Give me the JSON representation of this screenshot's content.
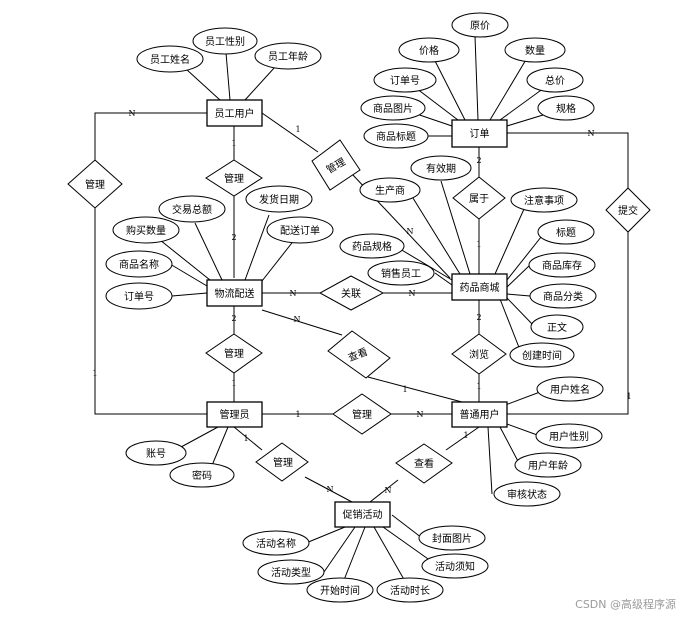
{
  "entities": {
    "staff": "员工用户",
    "order": "订单",
    "logistics": "物流配送",
    "pharmacy": "药品商城",
    "admin": "管理员",
    "user": "普通用户",
    "promo": "促销活动"
  },
  "attributes": {
    "staff_name": "员工姓名",
    "staff_gender": "员工性别",
    "staff_age": "员工年龄",
    "order_original_price": "原价",
    "order_price": "价格",
    "order_qty": "数量",
    "order_no": "订单号",
    "order_total": "总价",
    "order_image": "商品图片",
    "order_spec": "规格",
    "order_goods_title": "商品标题",
    "ph_expiry": "有效期",
    "ph_maker": "生产商",
    "ph_notes": "注意事项",
    "ph_spec": "药品规格",
    "ph_title": "标题",
    "ph_seller": "销售员工",
    "ph_stock": "商品库存",
    "ph_category": "商品分类",
    "ph_body": "正文",
    "ph_created": "创建时间",
    "lg_total": "交易总额",
    "lg_ship_date": "发货日期",
    "lg_qty": "购买数量",
    "lg_ship_order": "配送订单",
    "lg_goods_name": "商品名称",
    "lg_order_no": "订单号",
    "u_name": "用户姓名",
    "u_gender": "用户性别",
    "u_age": "用户年龄",
    "u_review": "审核状态",
    "a_account": "账号",
    "a_password": "密码",
    "p_name": "活动名称",
    "p_cover": "封面图片",
    "p_type": "活动类型",
    "p_notice": "活动须知",
    "p_start": "开始时间",
    "p_duration": "活动时长"
  },
  "relationships": {
    "r_manage_left": "管理",
    "r_manage_staff": "管理",
    "r_manage_pharmacy": "管理",
    "r_belong": "属于",
    "r_submit": "提交",
    "r_link": "关联",
    "r_manage_admin": "管理",
    "r_view_logistics": "查看",
    "r_browse": "浏览",
    "r_manage_user": "管理",
    "r_manage_promo": "管理",
    "r_view_promo": "查看"
  },
  "cardinality": {
    "N": "N",
    "one": "1",
    "two": "2"
  },
  "watermark": "CSDN @高级程序源",
  "colors": {
    "line": "#000000",
    "fill": "#ffffff",
    "watermark": "#9a9a9a"
  }
}
